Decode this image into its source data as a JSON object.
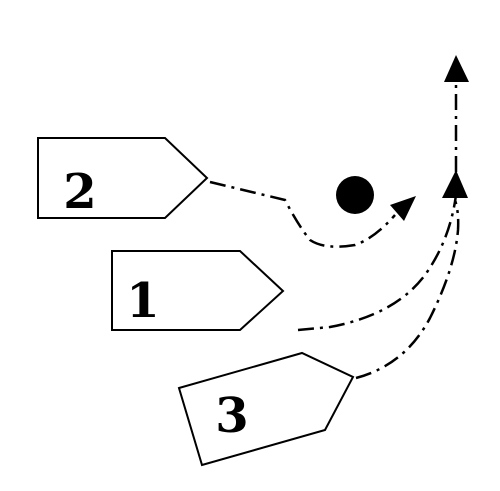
{
  "markers": [
    {
      "id": "2",
      "label": "2"
    },
    {
      "id": "1",
      "label": "1"
    },
    {
      "id": "3",
      "label": "3"
    }
  ],
  "colors": {
    "stroke": "#000000",
    "fill": "#ffffff"
  }
}
